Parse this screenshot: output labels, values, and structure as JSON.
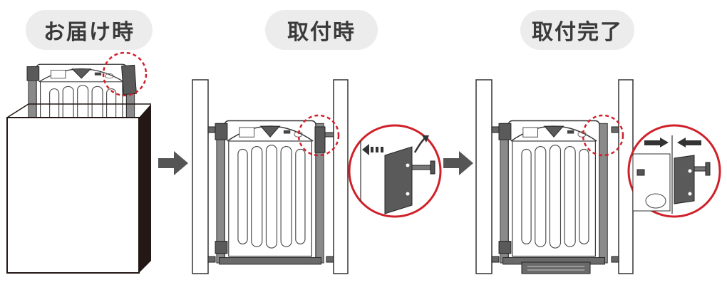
{
  "steps": [
    {
      "label": "お届け時"
    },
    {
      "label": "取付時"
    },
    {
      "label": "取付完了"
    }
  ],
  "colors": {
    "pill_background": "#ececec",
    "pill_text": "#3a3a3a",
    "gate_dark": "#5a5a5a",
    "arrow": "#555555",
    "highlight_circle": "#d0212a",
    "box_side": "#231815"
  }
}
